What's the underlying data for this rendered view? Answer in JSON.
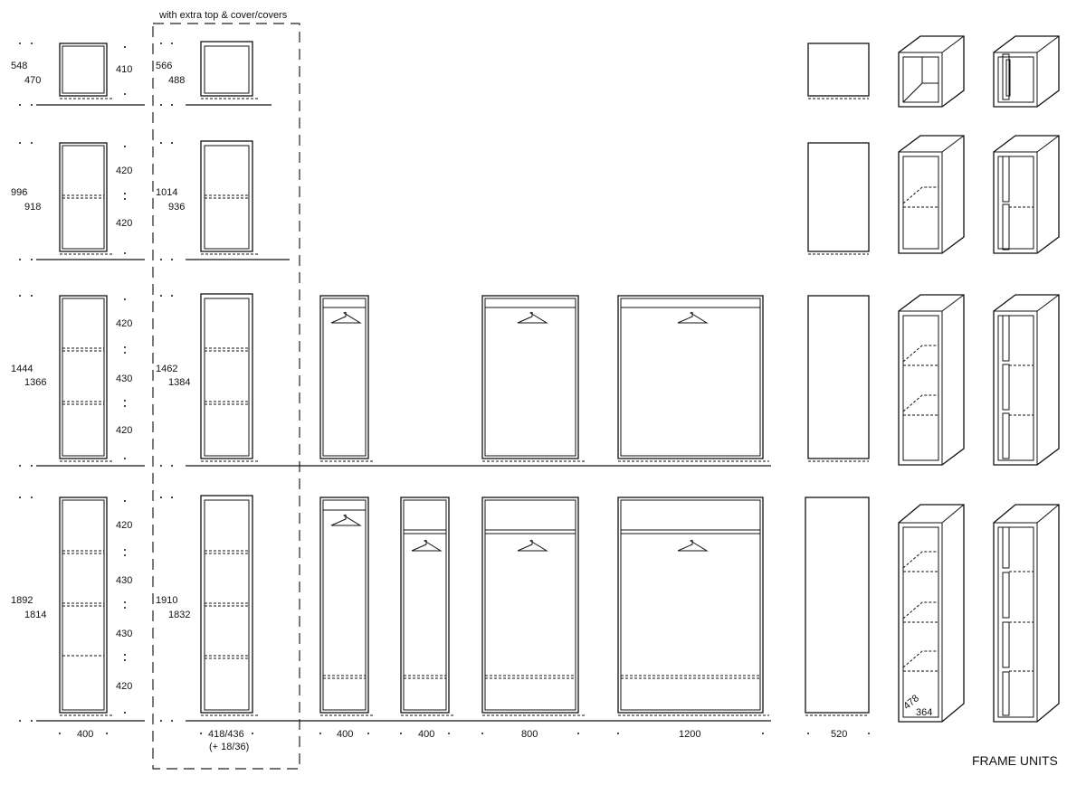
{
  "note": "with extra top & cover/covers",
  "diagram_title": "FRAME UNITS",
  "rows": [
    {
      "outer_height": "548",
      "inner_height": "470",
      "with_top_outer": "566",
      "with_top_inner": "488",
      "section_heights": [
        "410"
      ]
    },
    {
      "outer_height": "996",
      "inner_height": "918",
      "with_top_outer": "1014",
      "with_top_inner": "936",
      "section_heights": [
        "420",
        "420"
      ]
    },
    {
      "outer_height": "1444",
      "inner_height": "1366",
      "with_top_outer": "1462",
      "with_top_inner": "1384",
      "section_heights": [
        "420",
        "430",
        "420"
      ]
    },
    {
      "outer_height": "1892",
      "inner_height": "1814",
      "with_top_outer": "1910",
      "with_top_inner": "1832",
      "section_heights": [
        "420",
        "430",
        "430",
        "420"
      ]
    }
  ],
  "widths": {
    "shelf_unit": "400",
    "shelf_unit_with_top": "418/436",
    "shelf_unit_with_top_extra": "(+ 18/36)",
    "wardrobe_narrow": "400",
    "wardrobe_narrow_2": "400",
    "wardrobe_medium": "800",
    "wardrobe_wide": "1200",
    "side_panel": "520"
  },
  "depth_labels": {
    "outer": "478",
    "inner": "364"
  }
}
